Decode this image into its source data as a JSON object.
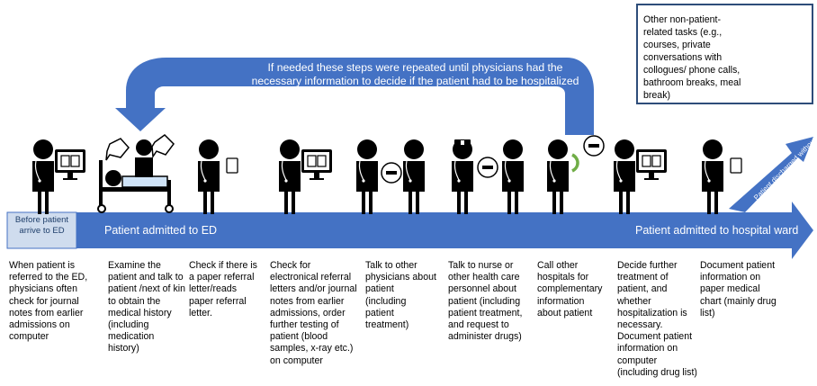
{
  "loop_note": "If needed these steps were repeated until physicians had the necessary information to decide if the patient had to be hospitalized or not",
  "other_tasks_note": "Other non-patient-related tasks (e.g., courses, private conversations with collogues/ phone calls, bathroom breaks, meal break)",
  "timeline": {
    "start_label": "Before patient arrive to ED",
    "admitted_ed_label": "Patient admitted to ED",
    "admitted_ward_label": "Patient admitted to hospital ward",
    "discharged_label": "Patient discharged without hospitalization"
  },
  "steps": [
    {
      "text": "When patient is referred to the ED, physicians often check for journal notes from earlier admissions on computer"
    },
    {
      "text": "Examine the patient and talk to patient /next of kin to obtain the medical history (including medication history)"
    },
    {
      "text": "Check if there is a paper referral letter/reads paper referral letter."
    },
    {
      "text": "Check for electronical referral letters and/or journal notes from earlier admissions, order further testing of patient (blood samples, x-ray etc.) on computer"
    },
    {
      "text": "Talk to other physicians about patient (including patient treatment)"
    },
    {
      "text": "Talk to nurse or other health care personnel about patient (including patient treatment, and request to administer drugs)"
    },
    {
      "text": "Call other hospitals for complementary information about patient"
    },
    {
      "text": "Decide further treatment of patient, and whether hospitalization is necessary. Document patient information on computer (including drug list)"
    },
    {
      "text": "Document patient information on paper medical chart (mainly drug list)"
    }
  ],
  "colors": {
    "arrow": "#4472c4",
    "start_box": "#cfdcee",
    "frame": "#2e4d7a",
    "figure": "#000000"
  }
}
